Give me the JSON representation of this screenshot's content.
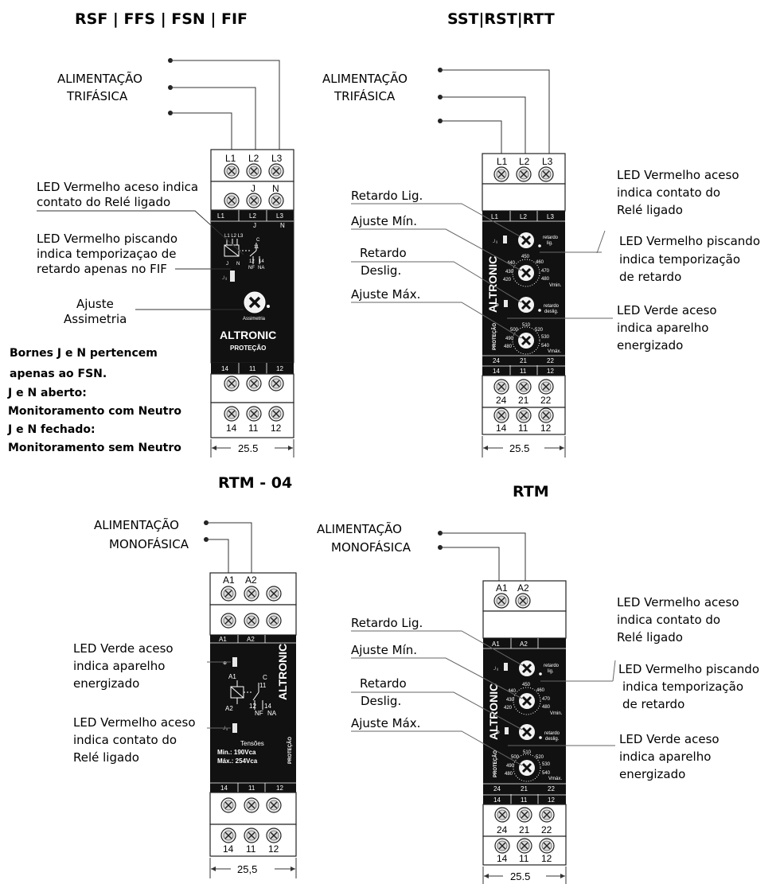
{
  "titles": {
    "q1": "RSF | FFS | FSN | FIF",
    "q2": "SST|RST|RTT",
    "q3": "RTM - 04",
    "q4": "RTM"
  },
  "supply": {
    "three_phase_1": "ALIMENTAÇÃO",
    "three_phase_2": "TRIFÁSICA",
    "single_phase_1": "ALIMENTAÇÃO",
    "single_phase_2": "MONOFÁSICA"
  },
  "terminals": {
    "L1": "L1",
    "L2": "L2",
    "L3": "L3",
    "J": "J",
    "N": "N",
    "A1": "A1",
    "A2": "A2",
    "t14": "14",
    "t11": "11",
    "t12": "12",
    "t24": "24",
    "t21": "21",
    "t22": "22",
    "NF": "NF",
    "NA": "NA",
    "C": "C"
  },
  "q1": {
    "led_red_on_1": "LED Vermelho aceso indica",
    "led_red_on_2": "contato do Relé ligado",
    "led_red_blink_1": "LED Vermelho piscando",
    "led_red_blink_2": "indica temporizaçao de",
    "led_red_blink_3": "retardo apenas no FIF",
    "adj_1": "Ajuste",
    "adj_2": "Assimetria",
    "knob_label": "Assimetria",
    "brand": "ALTRONIC",
    "brand_sub": "PROTEÇÃO",
    "note_1": "Bornes J e N pertencem",
    "note_2": "apenas ao FSN.",
    "note_3": "J e N aberto:",
    "note_4": "Monitoramento com Neutro",
    "note_5": "J e N fechado:",
    "note_6": "Monitoramento sem Neutro",
    "width": "25.5"
  },
  "q2": {
    "ret_lig": "Retardo Lig.",
    "aj_min": "Ajuste Mín.",
    "ret_des_1": "Retardo",
    "ret_des_2": "Deslig.",
    "aj_max": "Ajuste Máx.",
    "led_red_on_1": "LED Vermelho aceso",
    "led_red_on_2": "indica contato do",
    "led_red_on_3": "Relé ligado",
    "led_red_blink_1": "LED Vermelho piscando",
    "led_red_blink_2": "indica temporização",
    "led_red_blink_3": "de retardo",
    "led_green_1": "LED Verde aceso",
    "led_green_2": "indica aparelho",
    "led_green_3": "energizado",
    "knob_lig_1": "retardo",
    "knob_lig_2": "lig.",
    "knob_des_1": "retardo",
    "knob_des_2": "deslig.",
    "vmin": "Vmin.",
    "vmax": "Vmáx.",
    "min_scale": [
      "420",
      "430",
      "440",
      "450",
      "460",
      "470",
      "480"
    ],
    "max_scale": [
      "480",
      "490",
      "500",
      "510",
      "520",
      "530",
      "540"
    ],
    "brand": "ALTRONIC",
    "brand_sub": "PROTEÇÃO",
    "width": "25.5"
  },
  "q3": {
    "led_green_1": "LED Verde aceso",
    "led_green_2": "indica aparelho",
    "led_green_3": "energizado",
    "led_red_1": "LED Vermelho aceso",
    "led_red_2": "indica contato do",
    "led_red_3": "Relé ligado",
    "brand": "ALTRONIC",
    "brand_sub": "PROTEÇÃO",
    "tens_title": "Tensões",
    "tens_min": "Min.: 190Vca",
    "tens_max": "Máx.: 254Vca",
    "width": "25,5"
  },
  "q4": {
    "ret_lig": "Retardo Lig.",
    "aj_min": "Ajuste Mín.",
    "ret_des_1": "Retardo",
    "ret_des_2": "Deslig.",
    "aj_max": "Ajuste Máx.",
    "led_red_on_1": "LED Vermelho aceso",
    "led_red_on_2": "indica contato do",
    "led_red_on_3": "Relé ligado",
    "led_red_blink_1": "LED Vermelho piscando",
    "led_red_blink_2": "indica temporização",
    "led_red_blink_3": "de retardo",
    "led_green_1": "LED Verde aceso",
    "led_green_2": "indica aparelho",
    "led_green_3": "energizado",
    "width": "25.5"
  },
  "colors": {
    "panel": "#111111",
    "knob": "#f2f2f2",
    "line": "#333333"
  }
}
